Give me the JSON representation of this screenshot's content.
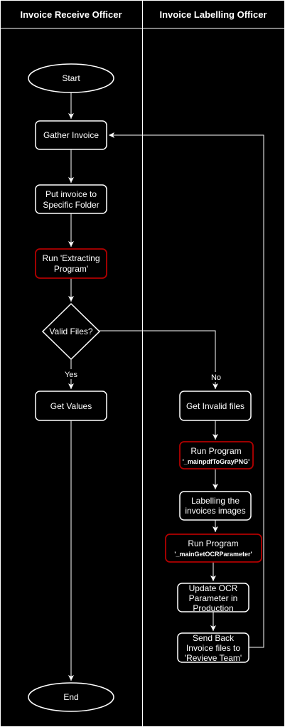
{
  "lanes": {
    "left_header": "Invoice Receive Officer",
    "right_header": "Invoice Labelling Officer"
  },
  "nodes": {
    "start": "Start",
    "gather": "Gather Invoice",
    "put_l1": "Put invoice to",
    "put_l2": "Specific Folder",
    "run_extract_l1": "Run 'Extracting",
    "run_extract_l2": "Program'",
    "valid": "Valid Files?",
    "get_values": "Get Values",
    "end": "End",
    "get_invalid": "Get Invalid files",
    "run_pdf_l1": "Run Program",
    "run_pdf_l2": "'_mainpdfToGrayPNG'",
    "labelling_l1": "Labelling the",
    "labelling_l2": "invoices images",
    "run_ocr_l1": "Run Program",
    "run_ocr_l2": "'_mainGetOCRParameter'",
    "update_l1": "Update OCR",
    "update_l2": "Parameter in",
    "update_l3": "Production",
    "send_l1": "Send Back",
    "send_l2": "Invoice files to",
    "send_l3": "'Revieve Team'"
  },
  "edges": {
    "yes": "Yes",
    "no": "No"
  },
  "colors": {
    "background": "#000000",
    "stroke": "#ffffff",
    "highlight_stroke": "#b20000"
  }
}
